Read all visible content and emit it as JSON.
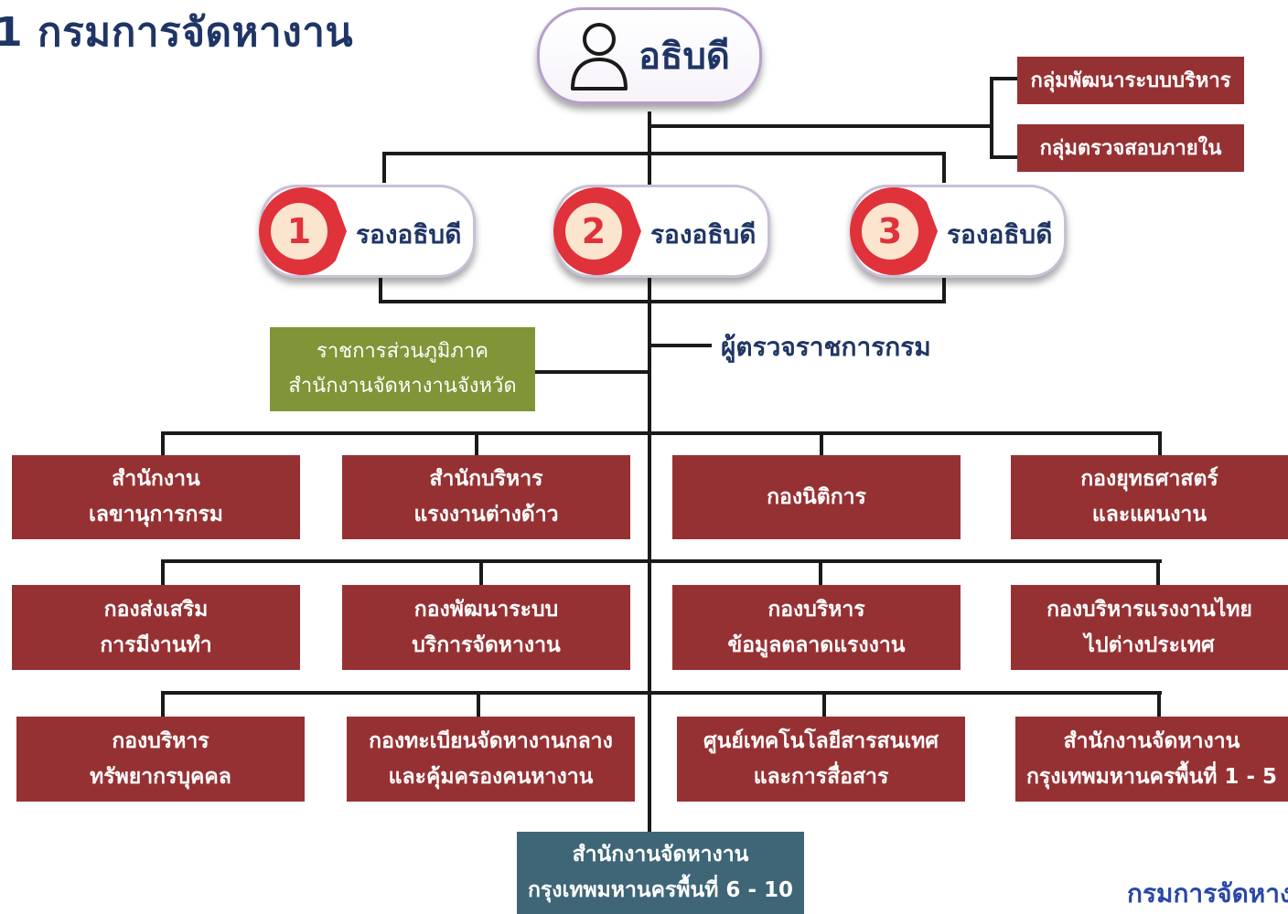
{
  "page_title": "1 กรมการจัดหางาน",
  "director": {
    "label": "อธิบดี",
    "icon": "person-icon"
  },
  "deputies": [
    {
      "number": "1",
      "label": "รองอธิบดี"
    },
    {
      "number": "2",
      "label": "รองอธิบดี"
    },
    {
      "number": "3",
      "label": "รองอธิบดี"
    }
  ],
  "staff_groups": [
    {
      "label": "กลุ่มพัฒนาระบบบริหาร"
    },
    {
      "label": "กลุ่มตรวจสอบภายใน"
    }
  ],
  "inspector": "ผู้ตรวจราชการกรม",
  "regional": {
    "line1": "ราชการส่วนภูมิภาค",
    "line2": "สำนักงานจัดหางานจังหวัด"
  },
  "units": [
    {
      "line1": "สำนักงาน",
      "line2": "เลขานุการกรม"
    },
    {
      "line1": "สำนักบริหาร",
      "line2": "แรงงานต่างด้าว"
    },
    {
      "line1": "กองนิติการ",
      "line2": ""
    },
    {
      "line1": "กองยุทธศาสตร์",
      "line2": "และแผนงาน"
    },
    {
      "line1": "กองส่งเสริม",
      "line2": "การมีงานทำ"
    },
    {
      "line1": "กองพัฒนาระบบ",
      "line2": "บริการจัดหางาน"
    },
    {
      "line1": "กองบริหาร",
      "line2": "ข้อมูลตลาดแรงงาน"
    },
    {
      "line1": "กองบริหารแรงงานไทย",
      "line2": "ไปต่างประเทศ"
    },
    {
      "line1": "กองบริหาร",
      "line2": "ทรัพยากรบุคคล"
    },
    {
      "line1": "กองทะเบียนจัดหางานกลาง",
      "line2": "และคุ้มครองคนหางาน"
    },
    {
      "line1": "ศูนย์เทคโนโลยีสารสนเทศ",
      "line2": "และการสื่อสาร"
    },
    {
      "line1": "สำนักงานจัดหางาน",
      "line2": "กรุงเทพมหานครพื้นที่ 1 - 5"
    }
  ],
  "bottom_unit": {
    "line1": "สำนักงานจัดหางาน",
    "line2": "กรุงเทพมหานครพื้นที่ 6 - 10"
  },
  "footer": "กรมการจัดหางา",
  "colors": {
    "unit_red": "#963133",
    "regional_green": "#7f9537",
    "bottom_blue": "#3e6677",
    "title_navy": "#1f3566",
    "deputy_red": "#e0323a"
  }
}
